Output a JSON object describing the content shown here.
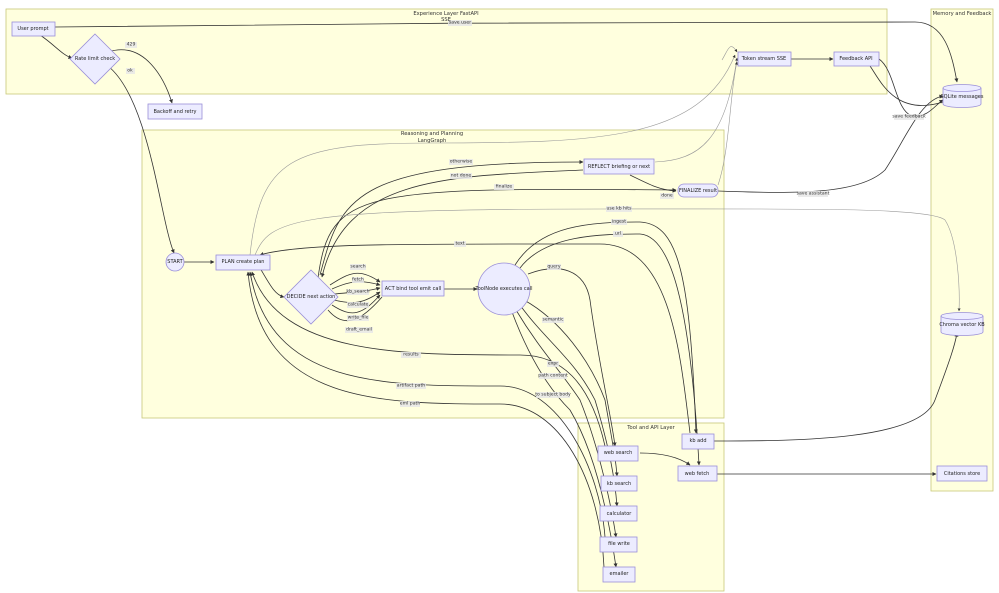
{
  "clusters": {
    "experience": "Experience Layer FastAPI",
    "memory": "Memory and Feedback",
    "reasoning": "Reasoning and Planning",
    "tools": "Tool and API Layer"
  },
  "subtitles": {
    "sse": "SSE",
    "langgraph": "LangGraph"
  },
  "nodes": {
    "user_prompt": "User prompt",
    "rate_limit": "Rate limit check",
    "backoff": "Backoff and retry",
    "token_stream": "Token stream SSE",
    "feedback_api": "Feedback API",
    "sqlite": "SQLite messages",
    "chroma": "Chroma vector KB",
    "citations": "Citations store",
    "start": "START",
    "plan": "PLAN create plan",
    "decide": "DECIDE next action",
    "act": "ACT bind tool emit call",
    "toolnode": "ToolNode executes call",
    "reflect": "REFLECT briefing or next",
    "finalize": "FINALIZE result",
    "kb_add": "kb add",
    "web_search": "web search",
    "web_fetch": "web fetch",
    "kb_search": "kb search",
    "calculator": "calculator",
    "file_write": "file write",
    "emailer": "emailer"
  },
  "edge_labels": {
    "save_user": "save user",
    "e429": "429",
    "ok": "ok",
    "save_feedback": "save feedback",
    "save_assistant": "save assistant",
    "otherwise": "otherwise",
    "not_done": "not done",
    "finalize": "finalize",
    "done": "done",
    "use_kb_hits": "use kb hits",
    "ingest": "ingest",
    "url": "url",
    "text": "text",
    "search": "search",
    "fetch": "fetch",
    "kb_search": "kb_search",
    "calculate": "calculate",
    "write_file": "write_file",
    "draft_email": "draft_email",
    "query": "query",
    "semantic": "semantic",
    "expr": "expr",
    "path_content": "path content",
    "to_subject_body": "to subject body",
    "results": "results",
    "artifact_path": "artifact path",
    "eml_path": "eml path"
  }
}
